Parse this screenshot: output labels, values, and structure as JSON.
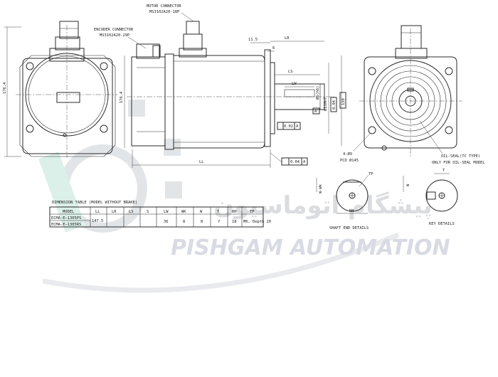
{
  "labels": {
    "motor_connector": "MOTOR CONNECTOR",
    "motor_connector_part": "MS3102A20-18P",
    "encoder_connector": "ENCODER CONNECTOR",
    "encoder_connector_part": "MS3102A20-29P",
    "dim_176_4_left": "176.4",
    "dim_176_4_mid": "176.4",
    "dim_11_5": "11.5",
    "dim_lr": "LR",
    "dim_6": "6",
    "dim_ls": "LS",
    "dim_lw": "LW",
    "dim_s_h6": "ØS(h6)",
    "dim_110_h7": "Ø110h7",
    "dim_130": "130",
    "tol_002": "0.02",
    "tol_004_a": "0.04",
    "tol_004_b": "0.04",
    "datum_a": "A",
    "dim_ll": "LL",
    "holes": "4-Ø9",
    "pcd": "PCD Ø145",
    "oil_seal_1": "OIL-SEAL(TC TYPE)",
    "oil_seal_2": "ONLY FOR OIL-SEAL MODEL",
    "shaft_end_details": "SHAFT END DETAILS",
    "key_details": "KEY DETAILS",
    "tp": "TP",
    "rh": "RH",
    "t": "T",
    "w": "W",
    "wk": "W-Wk"
  },
  "table": {
    "title": "DIMENSION TABLE (MODEL WITHOUT BRAKE)",
    "headers": [
      "MODEL",
      "LL",
      "LR",
      "LS",
      "S",
      "LW",
      "WK",
      "W",
      "T",
      "RH",
      "TP"
    ],
    "rows": [
      [
        "ECMA-E–1305PS",
        "147.5",
        "",
        "",
        "",
        "36",
        "8",
        "8",
        "7",
        "18",
        "M6, Depth 20"
      ],
      [
        "ECMA-E–1305RS",
        "",
        "",
        "",
        "",
        "",
        "",
        "",
        "",
        "",
        ""
      ]
    ]
  },
  "watermark": {
    "persian": "پیشگام اتوماسیون",
    "english": "PISHGAM AUTOMATION"
  }
}
